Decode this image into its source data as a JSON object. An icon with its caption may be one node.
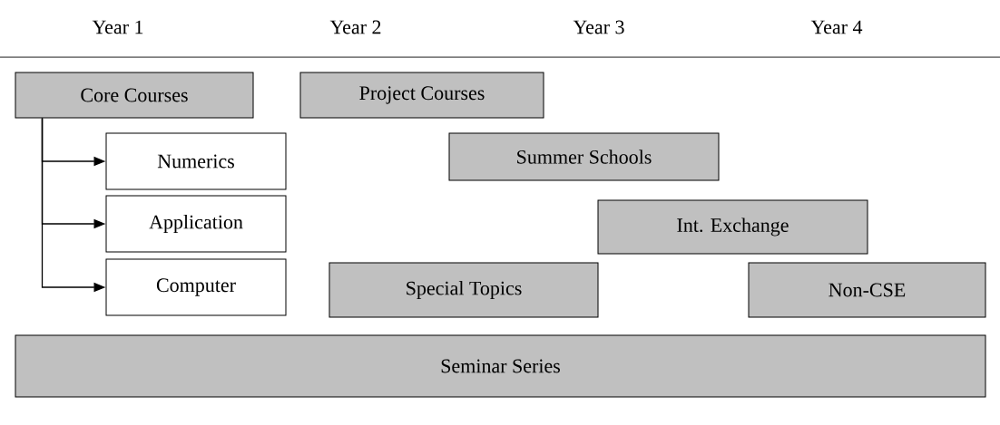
{
  "diagram": {
    "nodes": [
      {
        "text": [
          "Core Courses"
        ]
      },
      {
        "text": [
          "Project Courses"
        ]
      },
      {
        "text": [
          "Numerics"
        ]
      },
      {
        "text": [
          "Summer Schools"
        ]
      },
      {
        "text": [
          "Application"
        ]
      },
      {
        "text": [
          "Int. Exchange"
        ]
      },
      {
        "text": [
          "Computer"
        ]
      },
      {
        "text": [
          "Special Topics"
        ]
      },
      {
        "text": [
          "Non-CSE"
        ]
      },
      {
        "text": [
          "Seminar Series"
        ]
      }
    ],
    "edges": [
      {
        "from": 0,
        "to": 2,
        "arrow": "to"
      },
      {
        "from": 0,
        "to": 4,
        "arrow": "to"
      },
      {
        "from": 0,
        "to": 6,
        "arrow": "to"
      }
    ],
    "labels": [
      "Year 1",
      "Year 2",
      "Year 3",
      "Year 4"
    ]
  }
}
